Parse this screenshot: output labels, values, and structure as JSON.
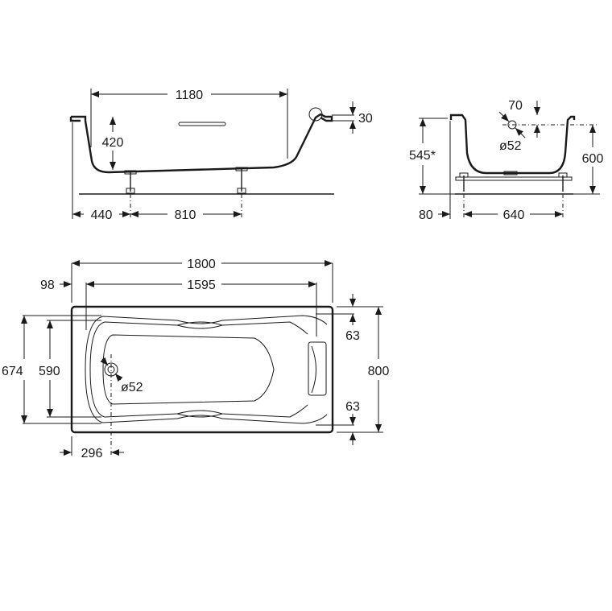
{
  "drawing": {
    "side_view": {
      "top_length": "1180",
      "depth": "420",
      "rim_height": "30",
      "foot_offset": "440",
      "foot_spacing": "810"
    },
    "end_view": {
      "overflow_offset": "70",
      "overflow_diameter": "ø52",
      "height_under_rim": "545*",
      "total_height": "600",
      "wall_offset": "80",
      "foot_spacing": "640"
    },
    "plan_view": {
      "overall_length": "1800",
      "inner_length": "1595",
      "end_offset": "98",
      "outer_width": "674",
      "inner_width": "590",
      "drain_diameter": "ø52",
      "overall_width": "800",
      "rim_top": "63",
      "rim_bottom": "63",
      "drain_offset": "296"
    },
    "colors": {
      "line": "#1a1a1a",
      "background": "#ffffff"
    }
  }
}
